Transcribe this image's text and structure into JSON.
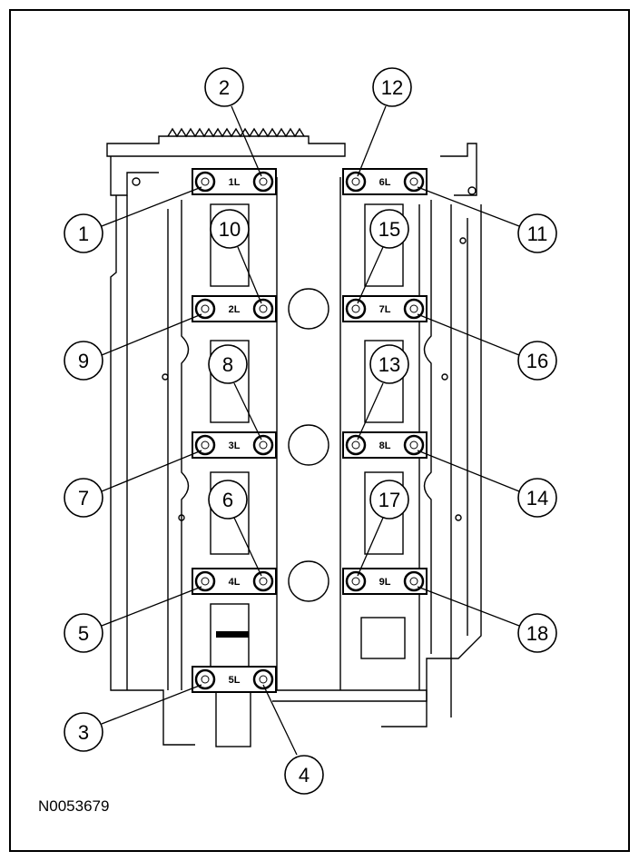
{
  "figure_id": "N0053679",
  "callouts": [
    "1",
    "2",
    "3",
    "4",
    "5",
    "6",
    "7",
    "8",
    "9",
    "10",
    "11",
    "12",
    "13",
    "14",
    "15",
    "16",
    "17",
    "18"
  ],
  "caps": [
    "1L",
    "2L",
    "3L",
    "4L",
    "5L",
    "6L",
    "7L",
    "8L",
    "9L"
  ]
}
